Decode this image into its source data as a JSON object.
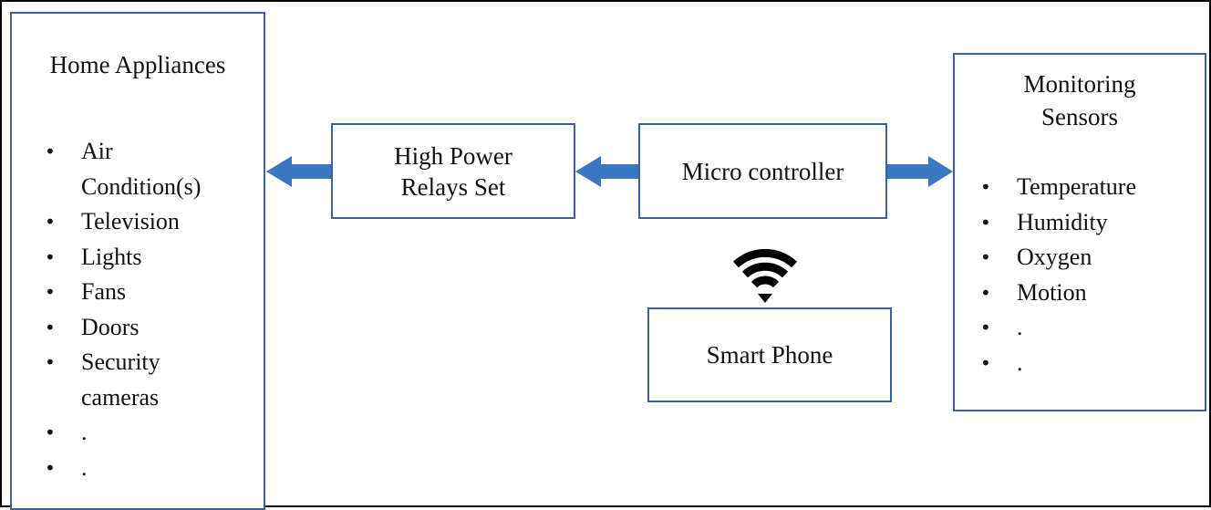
{
  "diagram": {
    "appliances": {
      "title": "Home Appliances",
      "items": [
        "Air",
        "Condition(s)",
        "Television",
        "Lights",
        "Fans",
        "Doors",
        "Security",
        "cameras",
        ".",
        "."
      ]
    },
    "relays": {
      "line1": "High Power",
      "line2": "Relays Set"
    },
    "microcontroller": {
      "label": "Micro controller"
    },
    "smartphone": {
      "label": "Smart Phone"
    },
    "sensors": {
      "title_line1": "Monitoring",
      "title_line2": "Sensors",
      "items": [
        "Temperature",
        "Humidity",
        "Oxygen",
        "Motion",
        ".",
        "."
      ]
    },
    "colors": {
      "border": "#3b5fa0",
      "arrow": "#3b78c4",
      "wifi": "#000000"
    },
    "icons": {
      "wireless": "wifi-icon"
    }
  }
}
